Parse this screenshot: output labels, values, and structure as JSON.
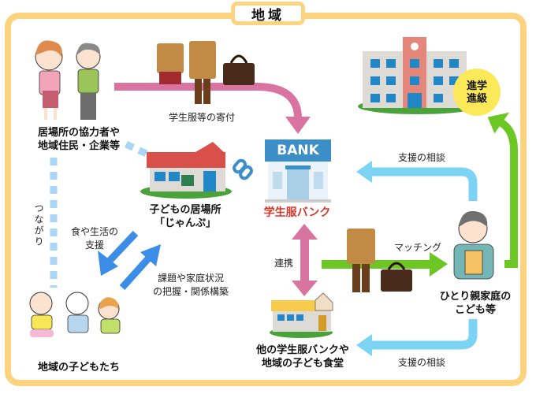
{
  "title": "地域",
  "nodes": {
    "supporters": {
      "line1": "居場所の協力者や",
      "line2": "地域住民・企業等"
    },
    "ibasho": {
      "line1": "子どもの居場所",
      "line2": "「じゃんぷ」"
    },
    "bank": {
      "sign": "BANK",
      "label": "学生服バンク"
    },
    "school": {
      "badge_line1": "進学",
      "badge_line2": "進級"
    },
    "children": {
      "label": "地域の子どもたち"
    },
    "single_parent": {
      "line1": "ひとり親家庭の",
      "line2": "こども等"
    },
    "other_banks": {
      "line1": "他の学生服バンクや",
      "line2": "地域の子ども食堂"
    }
  },
  "edges": {
    "donation": "学生服等の寄付",
    "connection": "つながり",
    "food_support_line1": "食や生活の",
    "food_support_line2": "支援",
    "grasp_line1": "課題や家庭状況",
    "grasp_line2": "の把握・関係構築",
    "consult_top": "支援の相談",
    "consult_bottom": "支援の相談",
    "matching": "マッチング",
    "cooperation": "連携"
  },
  "colors": {
    "frame": "#fcd47f",
    "pink_arrow": "#d9739f",
    "light_blue_arrow": "#7dd3f3",
    "green_arrow": "#6cc623",
    "blue_arrow": "#3b8de6",
    "dotted_link": "#a9d6f5",
    "bank_blue": "#3b8fc6",
    "bank_label": "#d33a2c",
    "badge": "#fbe95a"
  }
}
